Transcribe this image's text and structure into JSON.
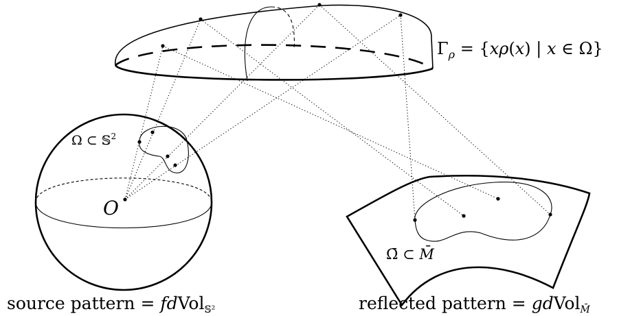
{
  "labels": {
    "surface": {
      "gamma": "Γ",
      "gamma_sub": "ρ",
      "definition_a": " = {",
      "x1": "x",
      "rho": "ρ",
      "paren_open": "(",
      "x2": "x",
      "paren_close": ") | ",
      "x3": "x",
      "in": " ∈ Ω}"
    },
    "omega": {
      "text": "Ω ⊂ 𝕊",
      "sup": "2"
    },
    "origin": "O",
    "target_region": {
      "omega_bar": "Ω̄",
      "subset": " ⊂ ",
      "m_bar": "M̄"
    },
    "source_caption": {
      "text": "source pattern = ",
      "f": "f",
      "d": "d",
      "vol": "Vol",
      "sub": "𝕊²"
    },
    "reflected_caption": {
      "text": "reflected pattern = ",
      "g": "g",
      "d": "d",
      "vol": "Vol",
      "sub": "M̄"
    }
  }
}
